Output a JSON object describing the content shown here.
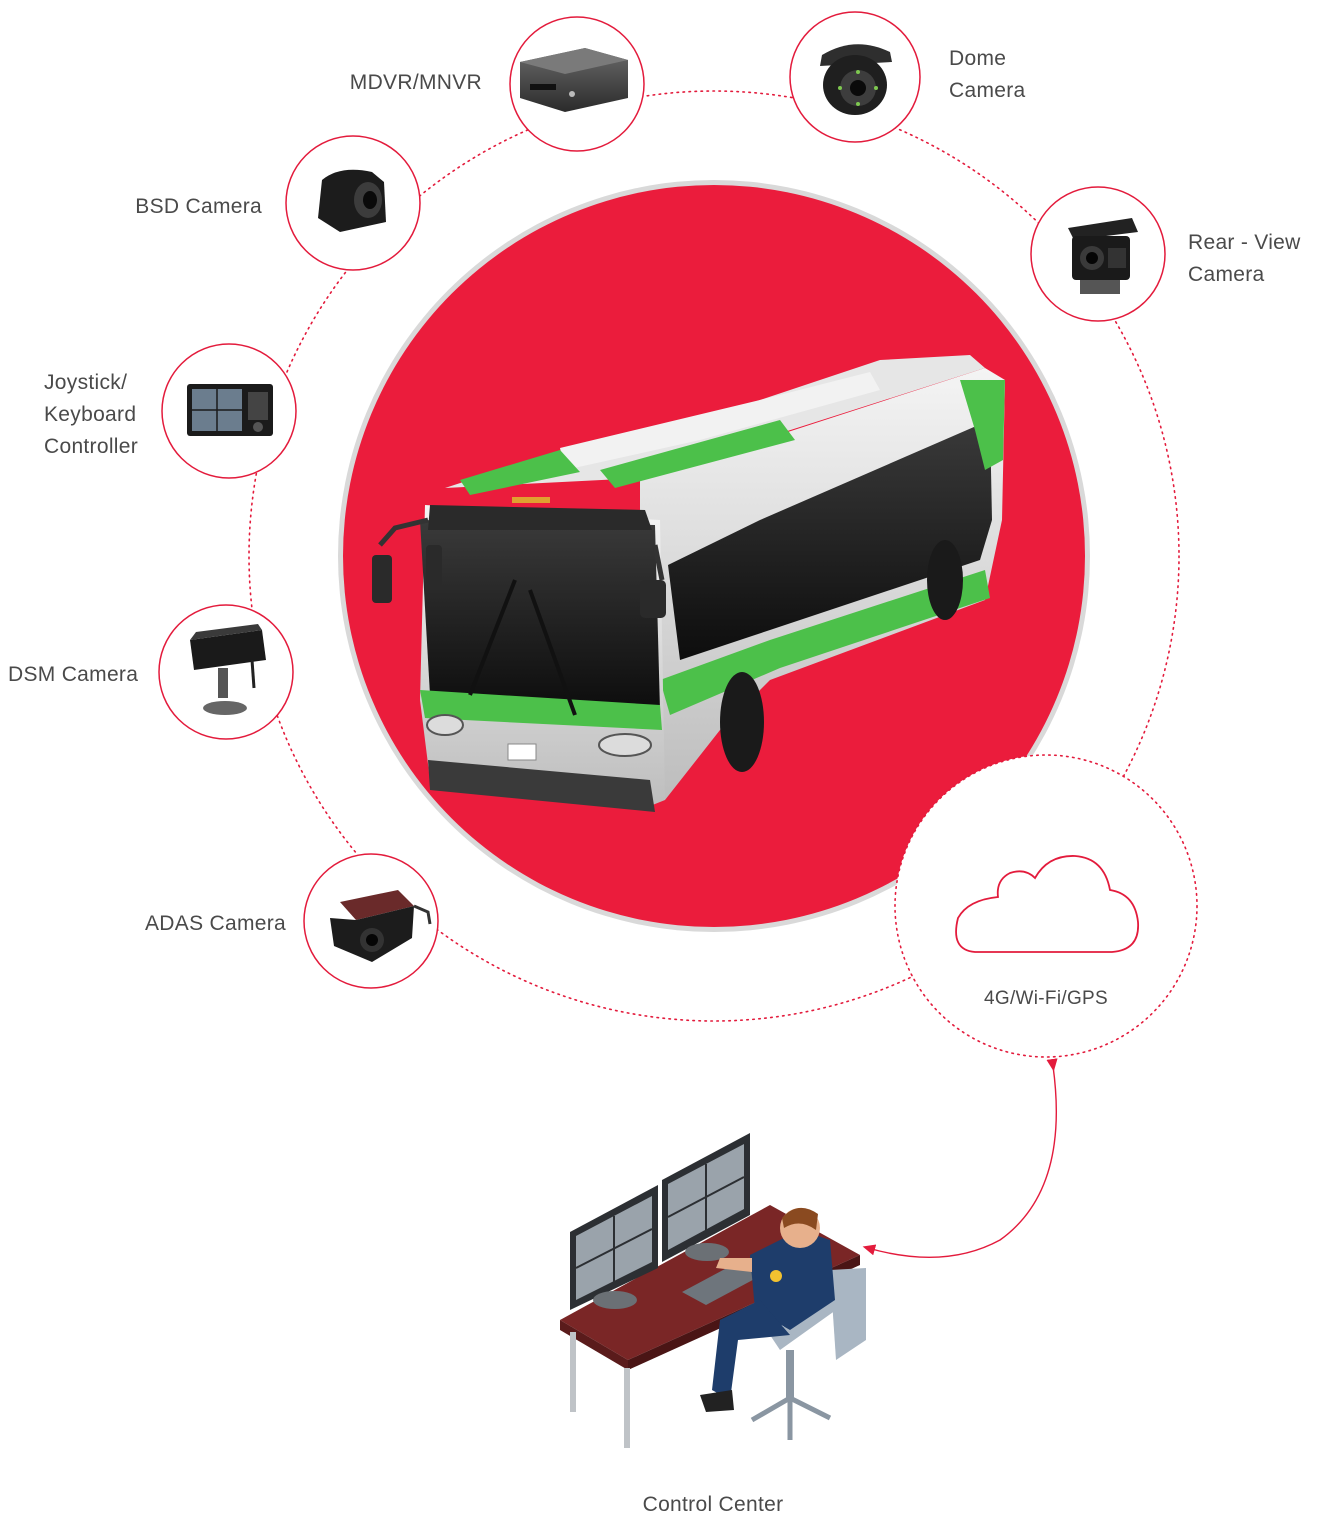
{
  "diagram": {
    "hub": {
      "image": "bus-image"
    },
    "devices": [
      {
        "id": "mdvr",
        "icon": "mdvr-device-icon",
        "lines": [
          "MDVR/MNVR"
        ]
      },
      {
        "id": "dome",
        "icon": "dome-camera-icon",
        "lines": [
          "Dome",
          "Camera"
        ]
      },
      {
        "id": "bsd",
        "icon": "bsd-camera-icon",
        "lines": [
          "BSD Camera"
        ]
      },
      {
        "id": "rear",
        "icon": "rear-view-camera-icon",
        "lines": [
          "Rear - View",
          "Camera"
        ]
      },
      {
        "id": "joystick",
        "icon": "keyboard-controller-icon",
        "lines": [
          "Joystick/",
          "Keyboard",
          "Controller"
        ]
      },
      {
        "id": "dsm",
        "icon": "dsm-camera-icon",
        "lines": [
          "DSM Camera"
        ]
      },
      {
        "id": "adas",
        "icon": "adas-camera-icon",
        "lines": [
          "ADAS Camera"
        ]
      }
    ],
    "network": {
      "icon": "cloud-icon",
      "label": "4G/Wi-Fi/GPS"
    },
    "control_center": {
      "icon": "operator-workstation-icon",
      "label": "Control Center"
    },
    "colors": {
      "accent": "#e31b3c",
      "hub_fill": "#eb1c3c",
      "hub_ring": "#d9d9d9",
      "text": "#4a4a4a",
      "bus_green": "#4cc04a"
    }
  }
}
